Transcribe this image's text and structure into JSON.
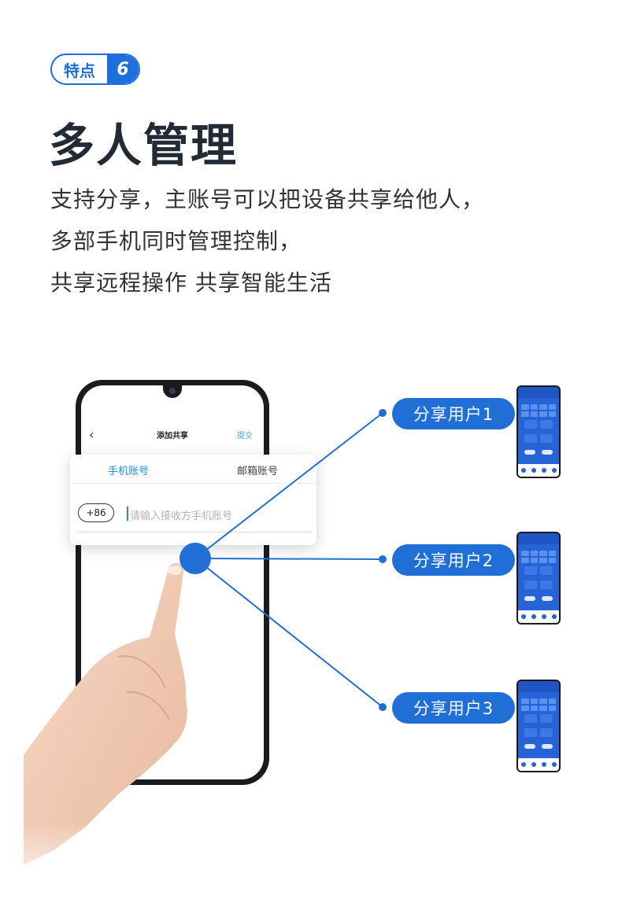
{
  "badge": {
    "label": "特点",
    "number": "6"
  },
  "title": "多人管理",
  "description": [
    "支持分享，主账号可以把设备共享给他人，",
    "多部手机同时管理控制，",
    "共享远程操作 共享智能生活"
  ],
  "app": {
    "back_icon": "chevron-left-icon",
    "title": "添加共享",
    "submit": "提交",
    "tabs": [
      "手机账号",
      "邮箱账号"
    ],
    "country_code": "+86",
    "placeholder": "请输入接收方手机账号"
  },
  "share_users": [
    "分享用户1",
    "分享用户2",
    "分享用户3"
  ],
  "colors": {
    "accent": "#1f6fd6",
    "tab_active": "#1f8fe0"
  }
}
